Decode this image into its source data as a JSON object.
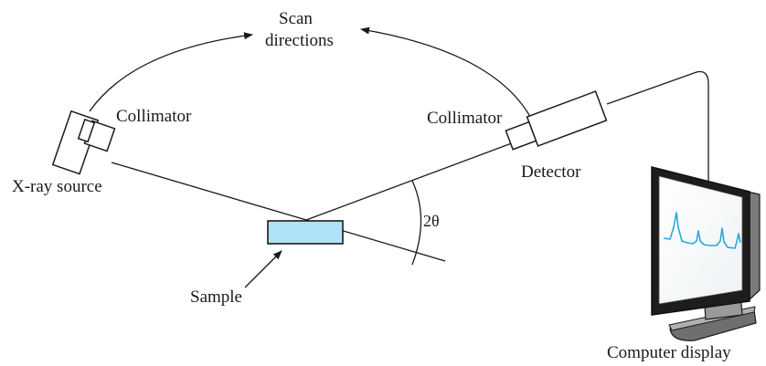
{
  "labels": {
    "scan_line1": "Scan",
    "scan_line2": "directions",
    "collimator_left": "Collimator",
    "collimator_right": "Collimator",
    "xray_source": "X-ray source",
    "detector": "Detector",
    "sample": "Sample",
    "angle": "2θ",
    "computer_display": "Computer display"
  },
  "colors": {
    "line": "#1a1a1a",
    "sample_fill": "#aee3f7",
    "screen_trace": "#2aa8d8",
    "monitor_gray": "#8a8a8a"
  }
}
